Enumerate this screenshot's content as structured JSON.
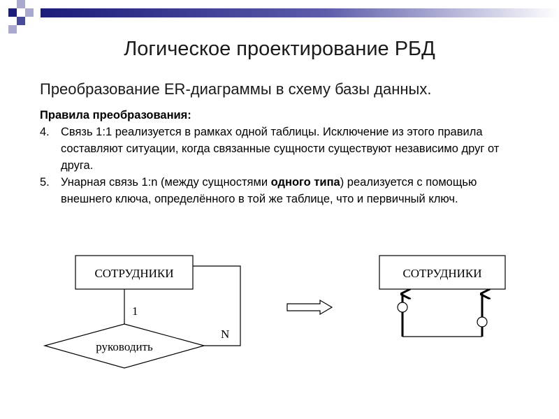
{
  "slide": {
    "title": "Логическое проектирование РБД",
    "subtitle": "Преобразование ER-диаграммы в схему базы данных."
  },
  "rules": {
    "heading": "Правила преобразования:",
    "items": [
      {
        "number": "4.",
        "text": "Связь 1:1 реализуется в рамках одной таблицы. Исключение из этого правила составляют ситуации, когда связанные сущности существуют независимо друг от друга."
      },
      {
        "number": "5.",
        "text_before": "Унарная связь 1:n (между сущностями ",
        "text_bold": "одного типа",
        "text_after": ") реализуется с помощью внешнего ключа, определённого в той же таблице, что и первичный ключ."
      }
    ]
  },
  "diagram": {
    "er": {
      "entity": "СОТРУДНИКИ",
      "relationship": "руководить",
      "cardinality_one": "1",
      "cardinality_many": "N"
    },
    "table": {
      "entity": "СОТРУДНИКИ"
    }
  },
  "colors": {
    "deco_dark": "#1c1c7a",
    "deco_light": "#a9a9d0",
    "deco_mid": "#4a4a9c",
    "line": "#000000"
  }
}
